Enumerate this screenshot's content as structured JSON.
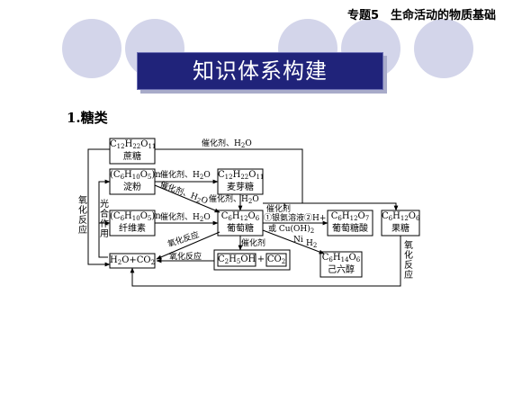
{
  "header": {
    "topic": "专题5　生命活动的物质基础"
  },
  "banner": {
    "title": "知识体系构建"
  },
  "section": {
    "title": "1.糖类"
  },
  "nodes": {
    "sucrose": {
      "formula": "C12H22O11",
      "name": "蔗糖"
    },
    "starch": {
      "formula": "(C6H10O5)n",
      "name": "淀粉"
    },
    "maltose": {
      "formula": "C12H22O11",
      "name": "麦芽糖"
    },
    "cellulose": {
      "formula": "(C6H10O5)n",
      "name": "纤维素"
    },
    "glucose": {
      "formula": "C6H12O6",
      "name": "葡萄糖"
    },
    "gluconic": {
      "formula": "C6H12O7",
      "name": "葡萄糖酸"
    },
    "fructose": {
      "formula": "C6H12O6",
      "name": "果糖"
    },
    "co2water": {
      "formula": "H2O+CO2"
    },
    "ethanol": {
      "formula": "C2H5OH"
    },
    "co2": {
      "formula": "CO2"
    },
    "hexitol": {
      "formula": "C6H14O6",
      "name": "己六醇"
    }
  },
  "labels": {
    "catalyst_water": "催化剂、H2O",
    "catalyst": "催化剂",
    "oxidation": "氧化反应",
    "oxidation_left": "氧化反应",
    "photosynthesis": "光合作用",
    "silver_ammonia": "①银氨溶液②H+",
    "copper": "或 Cu(OH)2",
    "ni": "Ni",
    "h2": "H2",
    "oxidation_right": "氧化反应",
    "plus": "+"
  }
}
